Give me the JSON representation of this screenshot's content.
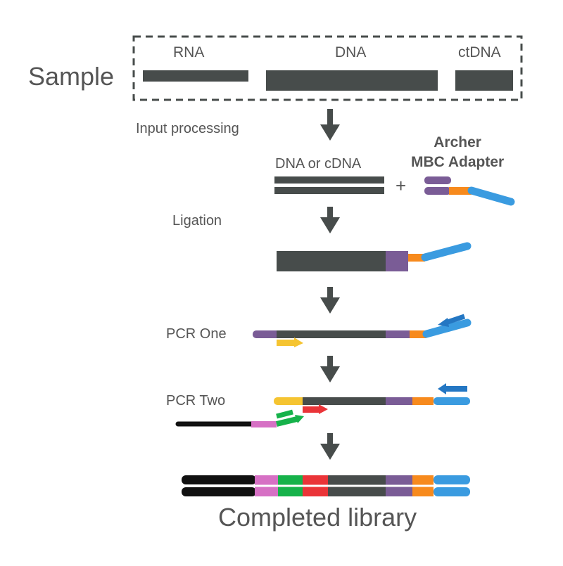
{
  "sample": {
    "title": "Sample",
    "sources": [
      "RNA",
      "DNA",
      "ctDNA"
    ]
  },
  "steps": {
    "input_processing": "Input processing",
    "dna_or_cdna": "DNA or cDNA",
    "plus": "+",
    "adapter_line1": "Archer",
    "adapter_line2": "MBC Adapter",
    "ligation": "Ligation",
    "pcr_one": "PCR One",
    "pcr_two": "PCR Two",
    "completed": "Completed library"
  },
  "colors": {
    "text": "#555555",
    "strand": "#474c4b",
    "purple": "#7a5c96",
    "orange": "#f78a1d",
    "blue": "#3a9be0",
    "blue_dark": "#2477c3",
    "yellow": "#f5c431",
    "red": "#ea3438",
    "green": "#16b24a",
    "pink": "#d670c4",
    "black": "#111111",
    "arrow": "#474c4b"
  }
}
